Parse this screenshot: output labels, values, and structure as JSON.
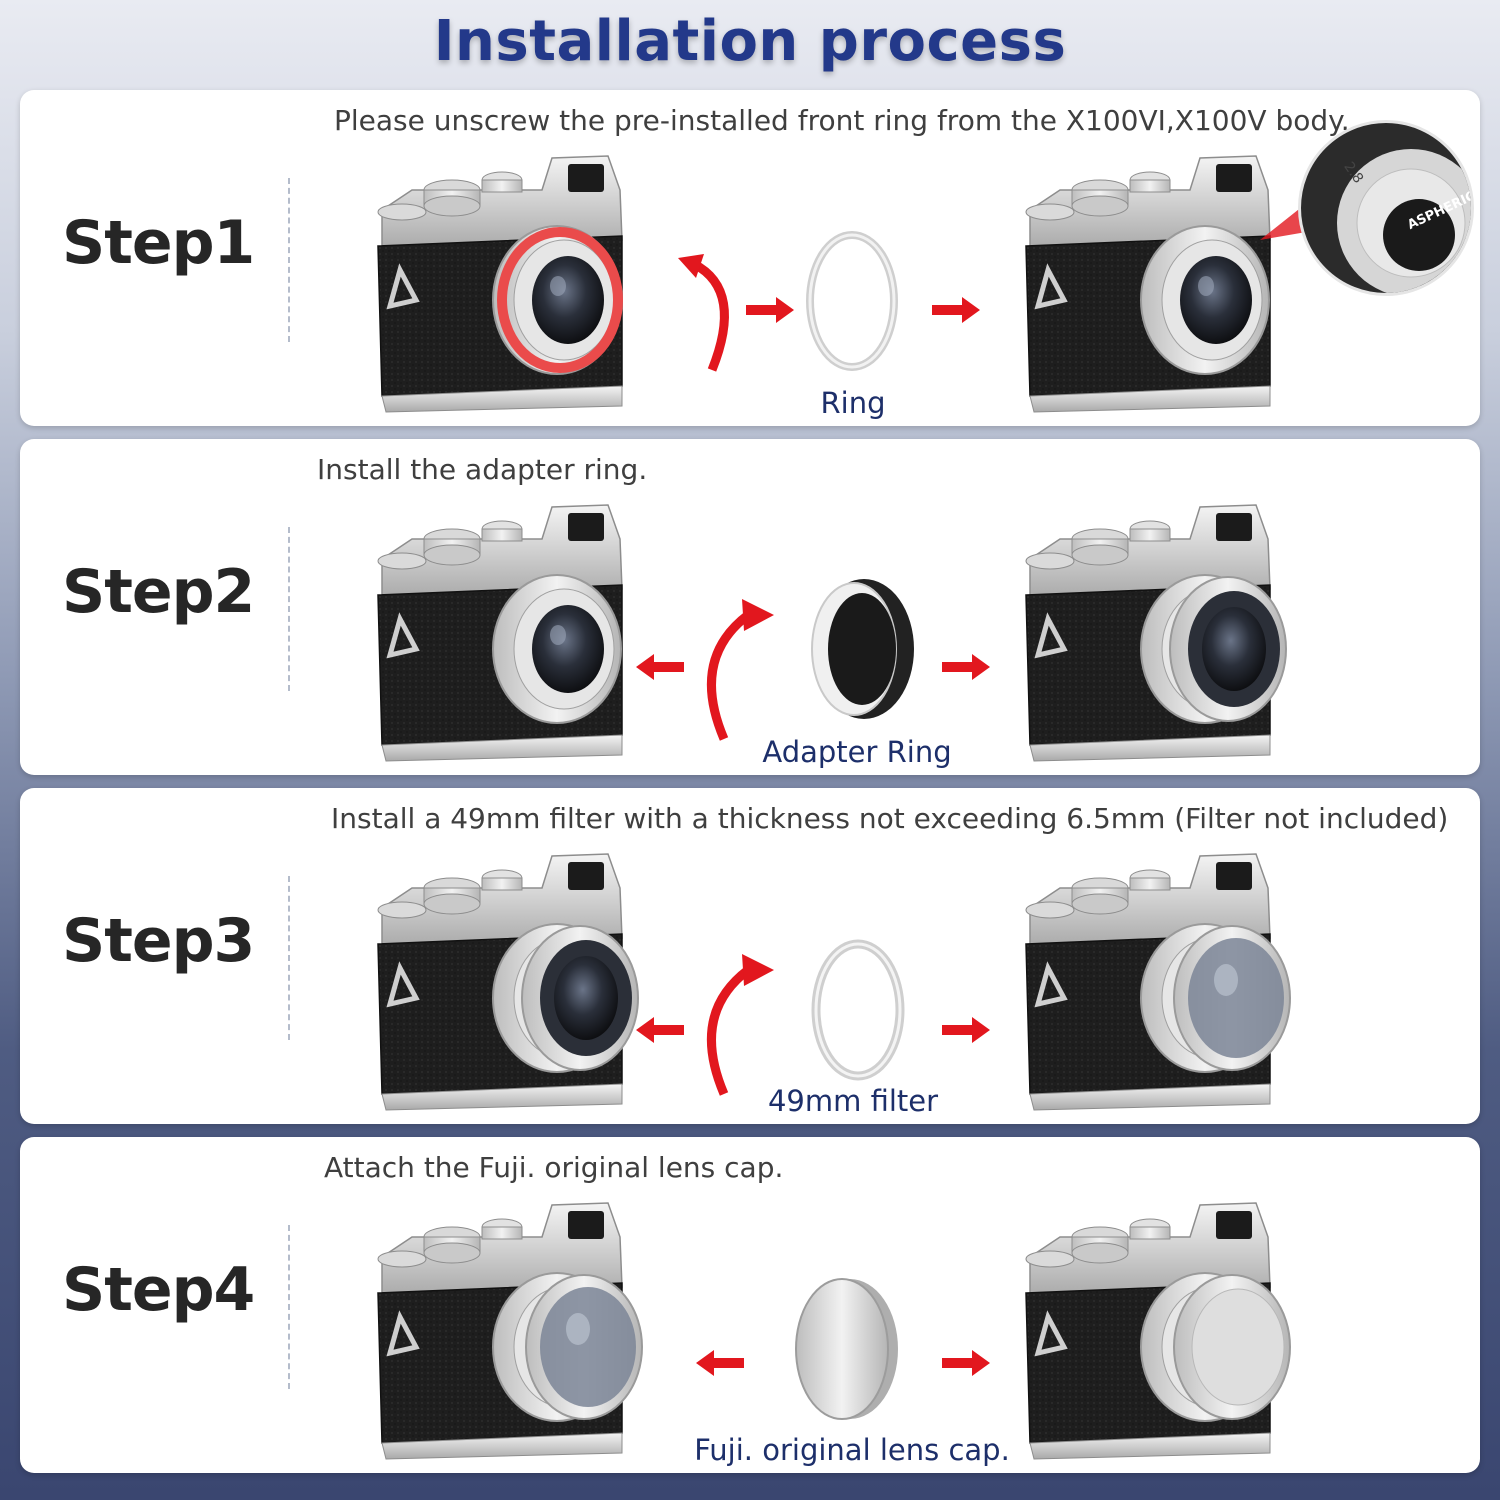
{
  "title": "Installation process",
  "steps": [
    {
      "label": "Step1",
      "instruction": "Please unscrew the pre-installed front ring from the X100VI,X100V body.",
      "part_label": "Ring",
      "part_icon": "ring-icon"
    },
    {
      "label": "Step2",
      "instruction": "Install the adapter ring.",
      "part_label": "Adapter Ring",
      "part_icon": "adapter-ring-icon"
    },
    {
      "label": "Step3",
      "instruction": "Install a 49mm filter with a thickness not exceeding 6.5mm (Filter not included)",
      "part_label": "49mm filter",
      "part_icon": "filter-ring-icon"
    },
    {
      "label": "Step4",
      "instruction": "Attach the Fuji. original lens cap.",
      "part_label": "Fuji. original lens cap.",
      "part_icon": "lens-cap-icon"
    }
  ],
  "insert_text": {
    "lens_marking": "ASPHERICAL",
    "aperture_marking": "2.8"
  },
  "colors": {
    "title": "#23398a",
    "step_text": "#262626",
    "part_label": "#1d2f6a",
    "arrow": "#e2171e",
    "highlight_ring": "#ea4b4b"
  }
}
